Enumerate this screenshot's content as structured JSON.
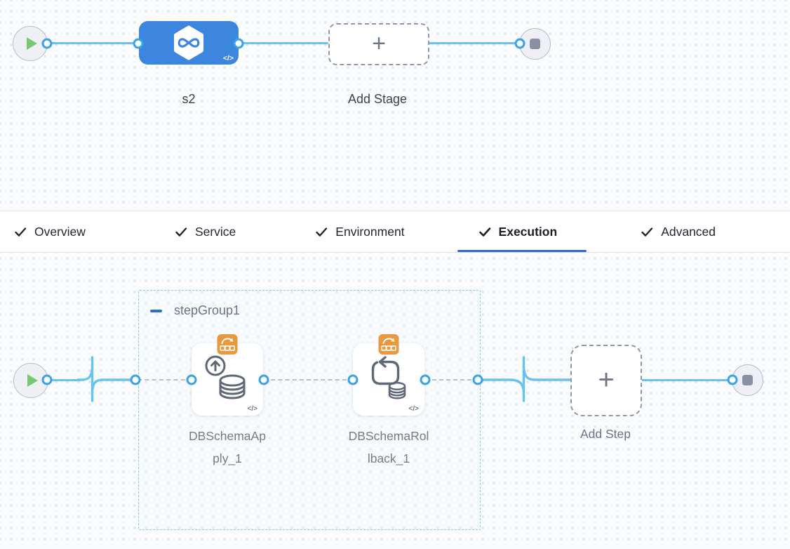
{
  "stage_flow": {
    "stage": {
      "name": "s2",
      "code_badge": "</>"
    },
    "add_stage": {
      "label": "Add Stage",
      "plus": "+"
    }
  },
  "tabs": {
    "active": "Execution",
    "items": [
      {
        "label": "Overview",
        "checked": true
      },
      {
        "label": "Service",
        "checked": true
      },
      {
        "label": "Environment",
        "checked": true
      },
      {
        "label": "Execution",
        "checked": true
      },
      {
        "label": "Advanced",
        "checked": true
      }
    ]
  },
  "execution_flow": {
    "step_group": {
      "label": "stepGroup1"
    },
    "steps": [
      {
        "label": "DBSchemaApply_1",
        "code_badge": "</>"
      },
      {
        "label": "DBSchemaRollback_1",
        "code_badge": "</>"
      }
    ],
    "add_step": {
      "label": "Add Step",
      "plus": "+"
    }
  },
  "colors": {
    "stage_blue": "#3C86DF",
    "connector_blue": "#67C3EF",
    "port_blue": "#3BA2E7",
    "active_tab_underline": "#2C68CB",
    "step_group_border": "#87CCE9",
    "badge_orange": "#E9983E",
    "play_green": "#76C96F",
    "icon_slate": "#5E6878"
  }
}
